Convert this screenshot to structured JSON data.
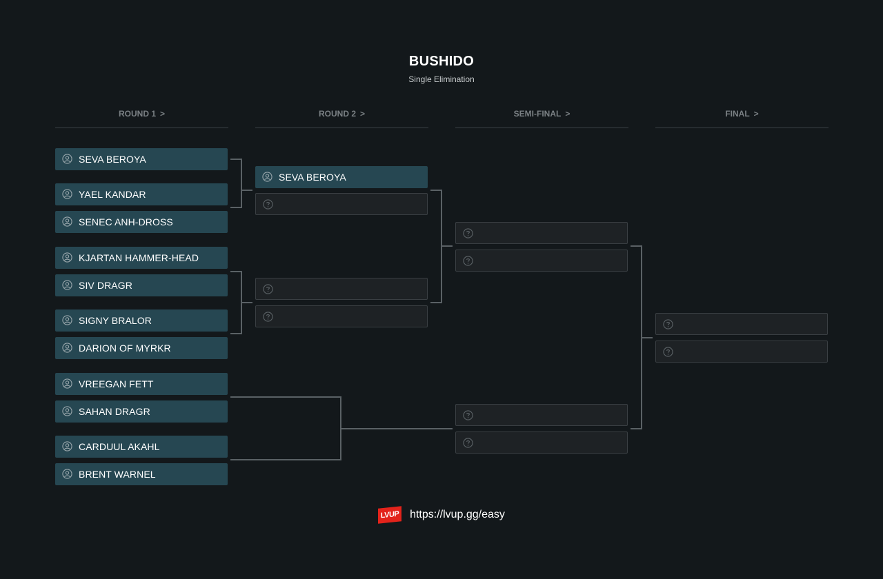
{
  "header": {
    "title": "BUSHIDO",
    "subtitle": "Single Elimination"
  },
  "rounds": [
    {
      "label": "ROUND 1",
      "arrow": ">"
    },
    {
      "label": "ROUND 2",
      "arrow": ">"
    },
    {
      "label": "SEMI-FINAL",
      "arrow": ">"
    },
    {
      "label": "FINAL",
      "arrow": ">"
    }
  ],
  "round1": [
    "SEVA BEROYA",
    "YAEL KANDAR",
    "SENEC ANH-DROSS",
    "KJARTAN HAMMER-HEAD",
    "SIV DRAGR",
    "SIGNY BRALOR",
    "DARION OF MYRKR",
    "VREEGAN FETT",
    "SAHAN DRAGR",
    "CARDUUL AKAHL",
    "BRENT WARNEL"
  ],
  "round2": [
    "SEVA BEROYA"
  ],
  "icons": {
    "player": "user-circle-icon",
    "unknown": "question-circle-icon"
  },
  "colors": {
    "background": "#13181b",
    "team_slot": "#264752",
    "empty_slot": "#1e2225",
    "connector": "#5a6165",
    "logo": "#e3231b"
  },
  "footer": {
    "logo_text": "LVUP",
    "url": "https://lvup.gg/easy"
  }
}
